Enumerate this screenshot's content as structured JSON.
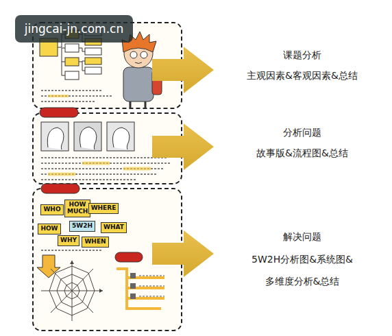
{
  "diagram": {
    "nodes": [
      {
        "text": [
          "WHO"
        ]
      },
      {
        "text": [
          "HOW MUCH"
        ]
      },
      {
        "text": [
          "WHERE"
        ]
      },
      {
        "text": [
          "HOW"
        ]
      },
      {
        "text": [
          "5W2H"
        ]
      },
      {
        "text": [
          "WHAT"
        ]
      },
      {
        "text": [
          "WHY"
        ]
      },
      {
        "text": [
          "WHEN"
        ]
      }
    ],
    "labels": [
      "jingcai-jn.com.cn",
      "课题分析",
      "主观因素&客观因素&总结",
      "分析问题",
      "故事版&流程图&总结",
      "解决问题",
      "5W2H分析图&系统图&",
      "多维度分析&总结"
    ]
  }
}
